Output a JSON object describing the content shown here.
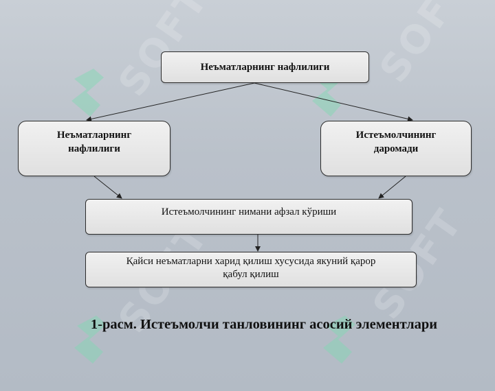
{
  "diagram": {
    "top_box": "Неъматларнинг нафлилиги",
    "left_box": "Неъматларнинг\nнафлилиги",
    "right_box": "Истеъмолчининг\nдаромади",
    "middle_box": "Истеъмолчининг нимани афзал кўриши",
    "bottom_box": "Қайси неъматларни харид қилиш хусусида якуний қарор\nқабул қилиш",
    "caption": "1-расм. Истеъмолчи танловининг асосий элементлари"
  },
  "watermark": {
    "text": "SOFT"
  },
  "colors": {
    "background": "#bcc3cc",
    "box_fill": "#e8e8e8",
    "box_border": "#2b2b2b",
    "arrow": "#222222",
    "watermark_mark": "#7fd9b2"
  }
}
